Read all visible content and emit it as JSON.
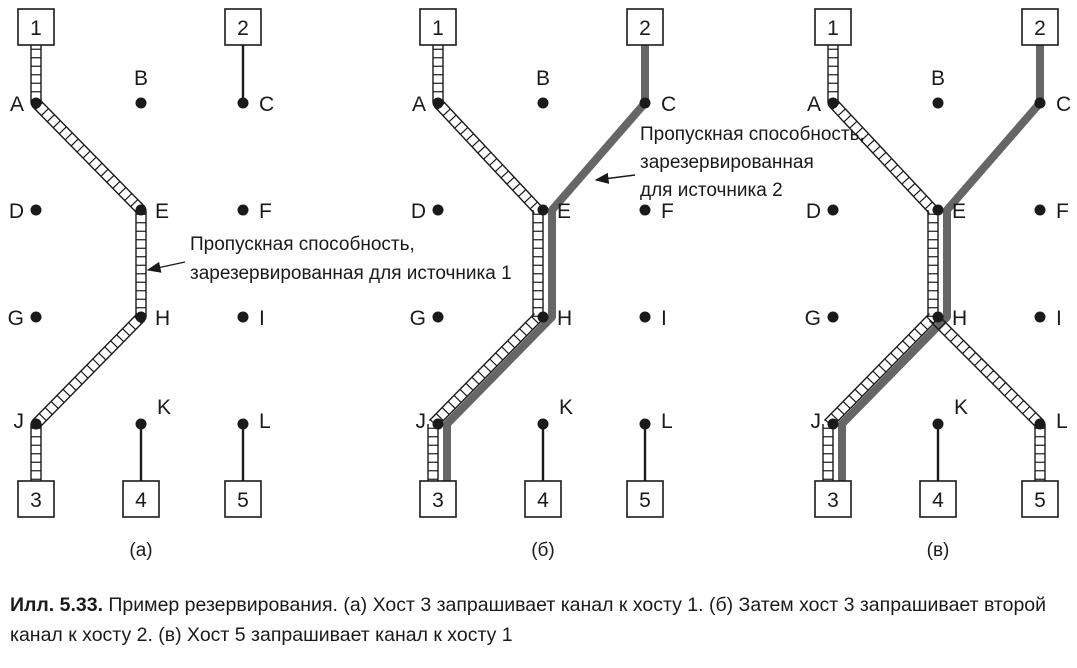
{
  "hosts": [
    "1",
    "2",
    "3",
    "4",
    "5"
  ],
  "routers": [
    "A",
    "B",
    "C",
    "D",
    "E",
    "F",
    "G",
    "H",
    "I",
    "J",
    "K",
    "L"
  ],
  "panels": [
    {
      "label": "(а)",
      "reservations": [
        [
          "h1",
          "A",
          "E",
          "H",
          "J",
          "h3"
        ]
      ],
      "annotation": [
        "Пропускная способность,",
        "зарезервированная для источника 1"
      ]
    },
    {
      "label": "(б)",
      "reservations": [
        [
          "h1",
          "A",
          "E",
          "H",
          "J",
          "h3"
        ]
      ],
      "grey": [
        [
          "h2",
          "C",
          "E",
          "H",
          "J",
          "h3"
        ]
      ],
      "annotation": [
        "Пропускная способность,",
        "зарезервированная",
        "для источника 2"
      ]
    },
    {
      "label": "(в)",
      "reservations": [
        [
          "h1",
          "A",
          "E",
          "H",
          "J",
          "h3"
        ],
        [
          "H",
          "L",
          "h5"
        ]
      ],
      "grey": [
        [
          "h2",
          "C",
          "E",
          "H",
          "J",
          "h3"
        ]
      ]
    }
  ],
  "caption": {
    "bold": "Илл. 5.33.",
    "text": " Пример резервирования. (а) Хост 3 запрашивает канал к хосту 1. (б) Затем хост 3 запрашивает второй канал к хосту 2. (в) Хост 5 запрашивает канал к хосту 1"
  },
  "colors": {
    "reserved_grey": "#666666",
    "line": "#1a1a1a"
  }
}
